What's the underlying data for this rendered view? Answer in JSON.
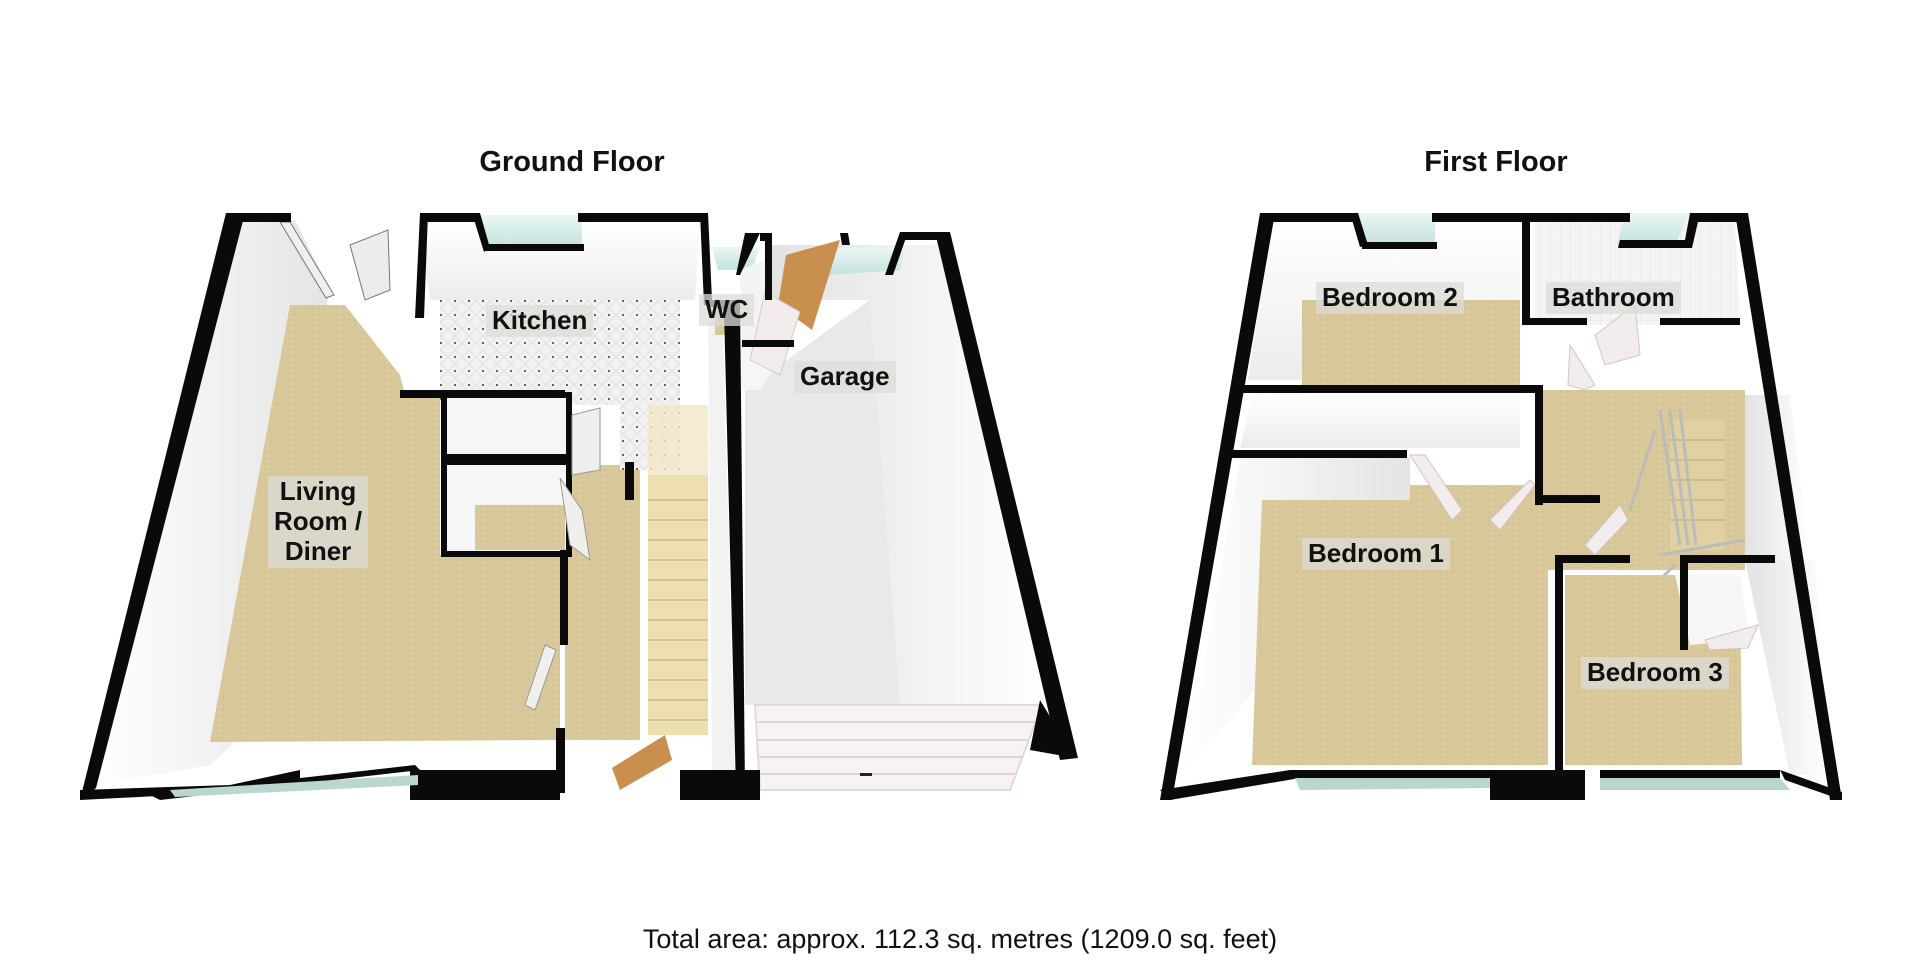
{
  "floors": [
    {
      "title": "Ground Floor",
      "rooms": [
        {
          "label": "Kitchen",
          "floor": "tile"
        },
        {
          "label": "WC",
          "floor": "carpet"
        },
        {
          "label": "Garage",
          "floor": "concrete"
        },
        {
          "label": "Living Room / Diner",
          "label_lines": [
            "Living",
            "Room /",
            "Diner"
          ],
          "floor": "carpet"
        }
      ]
    },
    {
      "title": "First Floor",
      "rooms": [
        {
          "label": "Bedroom 2",
          "floor": "carpet"
        },
        {
          "label": "Bathroom",
          "floor": "tile"
        },
        {
          "label": "Bedroom 1",
          "floor": "carpet"
        },
        {
          "label": "Bedroom 3",
          "floor": "carpet"
        }
      ]
    }
  ],
  "footer": {
    "total_area": "Total area: approx. 112.3 sq. metres (1209.0 sq. feet)"
  },
  "colors": {
    "wall": "#0a0a0a",
    "carpet": "#d8c89a",
    "wall_face": "#f4f4f4",
    "window_glass": "#cfe9e6",
    "tile_floor": "#ececec",
    "concrete_floor": "#e6e6e6",
    "stairs": "#eedfb0",
    "door_wood": "#c98f4e"
  }
}
